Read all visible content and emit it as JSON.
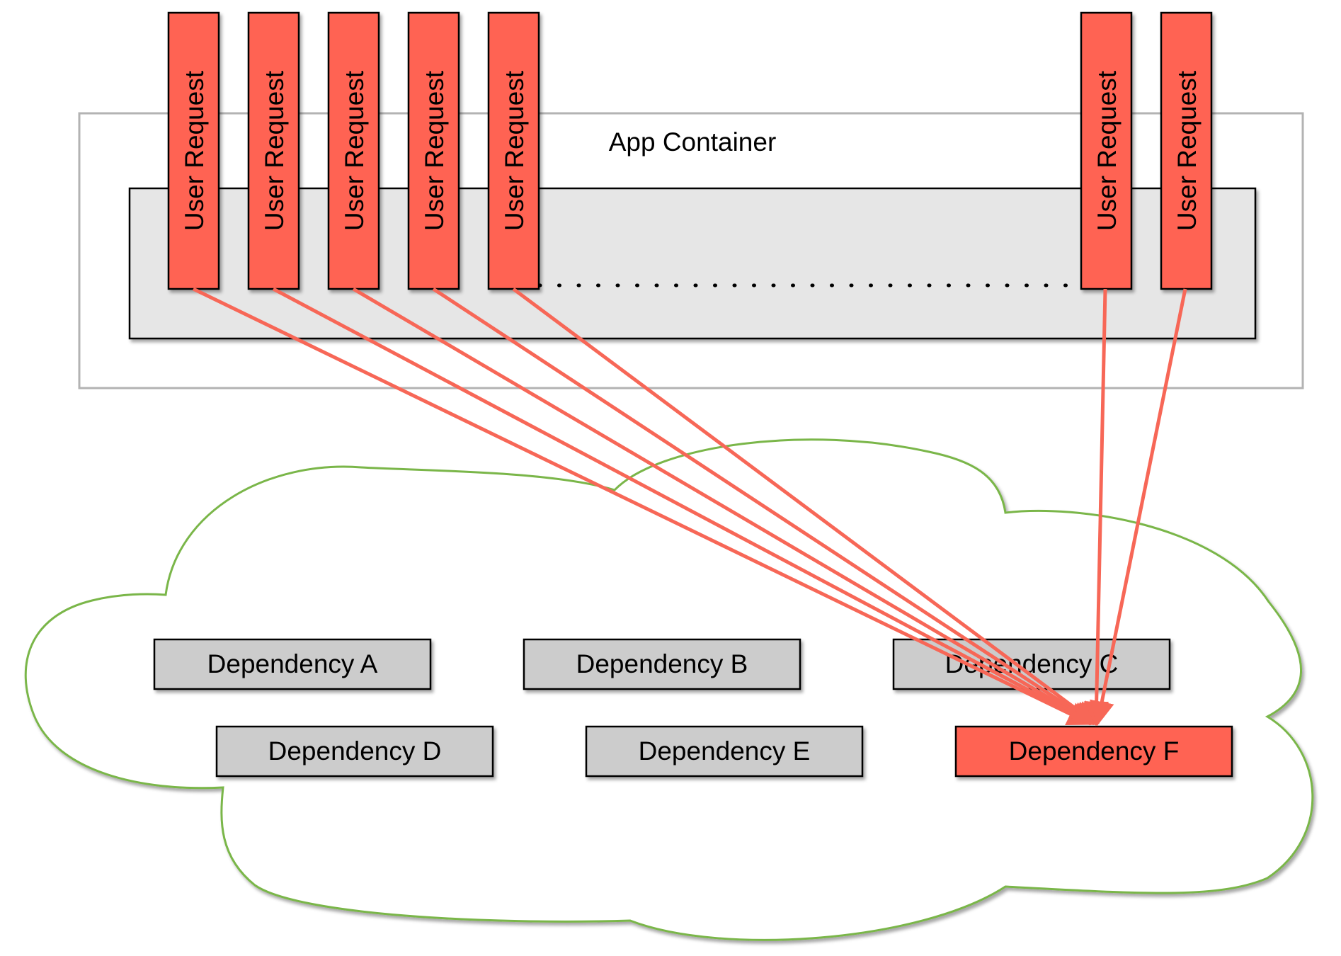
{
  "app_container": {
    "label": "App Container"
  },
  "requests": [
    {
      "label": "User Request"
    },
    {
      "label": "User Request"
    },
    {
      "label": "User Request"
    },
    {
      "label": "User Request"
    },
    {
      "label": "User Request"
    },
    {
      "label": "User Request"
    },
    {
      "label": "User Request"
    }
  ],
  "dependencies": [
    {
      "label": "Dependency A",
      "highlighted": false
    },
    {
      "label": "Dependency B",
      "highlighted": false
    },
    {
      "label": "Dependency C",
      "highlighted": false
    },
    {
      "label": "Dependency D",
      "highlighted": false
    },
    {
      "label": "Dependency E",
      "highlighted": false
    },
    {
      "label": "Dependency F",
      "highlighted": true
    }
  ],
  "colors": {
    "request_fill": "#ff6352",
    "dependency_fill": "#cccccc",
    "highlight_fill": "#ff6352",
    "arrow": "#f76757",
    "cloud_stroke": "#7ab648",
    "outer_container_stroke": "#b3b3b3",
    "inner_container_fill": "#e6e6e6"
  }
}
